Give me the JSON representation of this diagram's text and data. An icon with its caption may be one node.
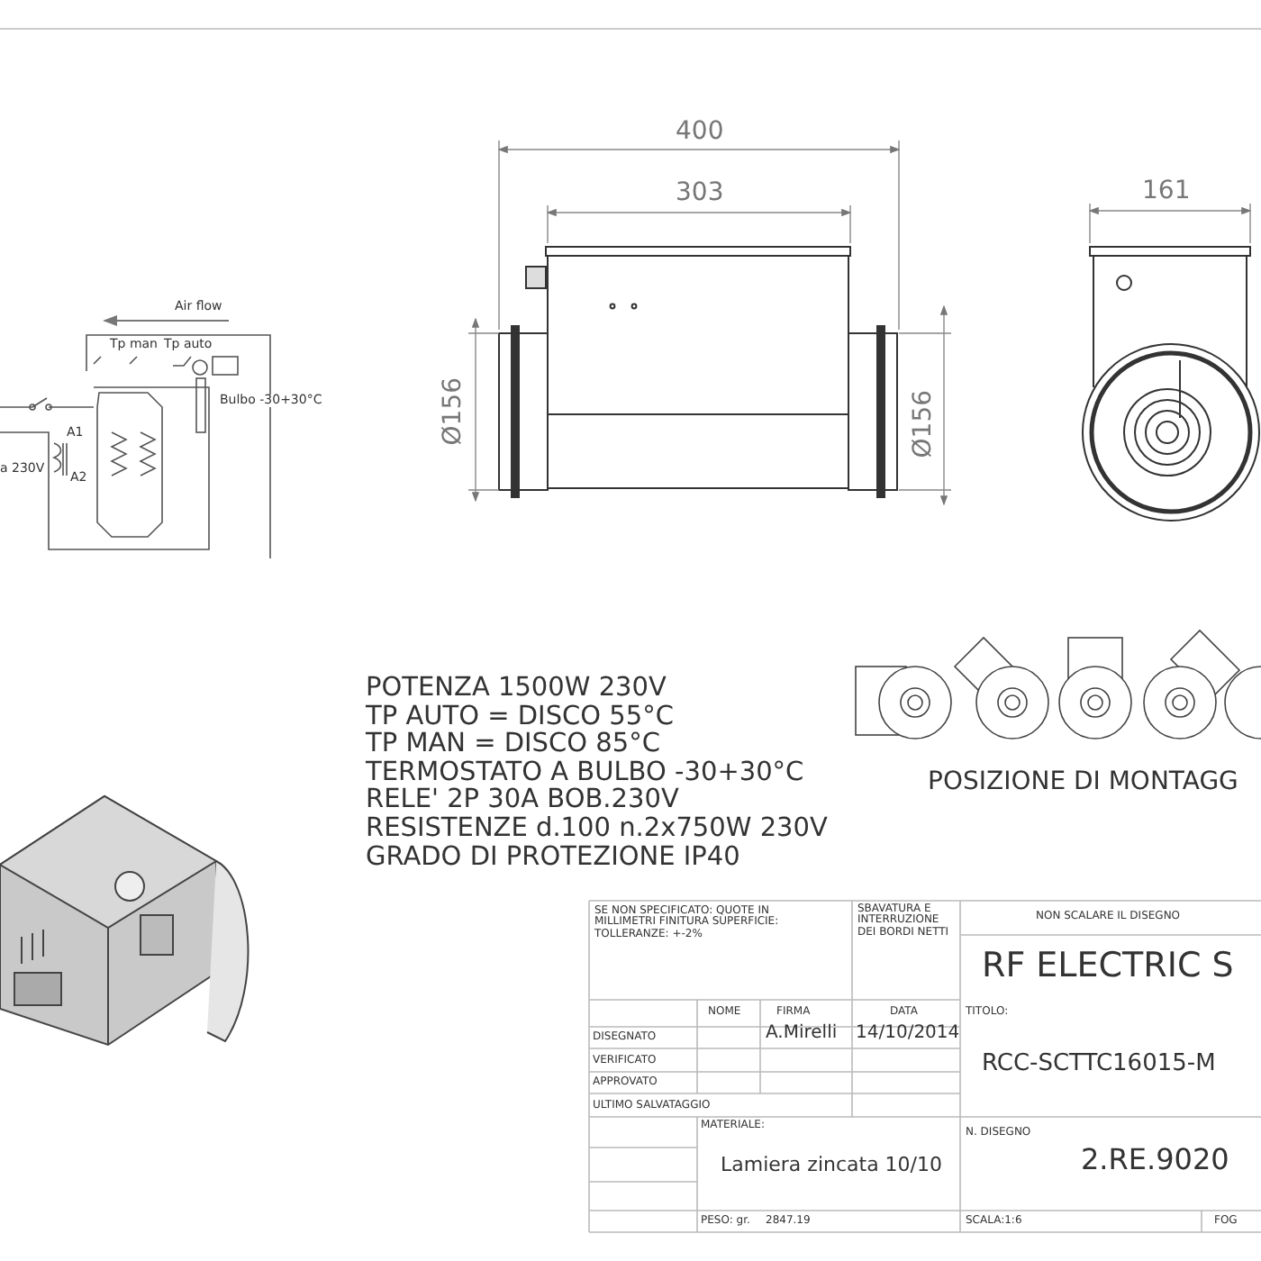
{
  "diagram": {
    "labels": [
      "Air flow",
      "Tp man",
      "Tp auto",
      "Bulbo -30+30°C",
      "A1",
      "a 230V",
      "A2",
      "400",
      "303",
      "161",
      "Ø156",
      "Ø156",
      "POTENZA 1500W 230V",
      "TP AUTO = DISCO 55°C",
      "TP MAN = DISCO 85°C",
      "TERMOSTATO A BULBO -30+30°C",
      "RELE' 2P 30A BOB.230V",
      "RESISTENZE d.100 n.2x750W 230V",
      "GRADO DI PROTEZIONE IP40",
      "POSIZIONE DI MONTAGG",
      "SE NON SPECIFICATO: QUOTE IN MILLIMETRI FINITURA SUPERFICIE: TOLLERANZE: +-2%",
      "SBAVATURA E INTERRUZIONE DEI BORDI NETTI",
      "NON SCALARE IL DISEGNO",
      "RF ELECTRIC S",
      "NOME",
      "FIRMA",
      "DATA",
      "TITOLO:",
      "DISEGNATO",
      "A.Mirelli",
      "14/10/2014",
      "RCC-SCTTC16015-M",
      "VERIFICATO",
      "APPROVATO",
      "ULTIMO SALVATAGGIO",
      "MATERIALE:",
      "N. DISEGNO",
      "Lamiera zincata 10/10",
      "2.RE.9020",
      "PESO: gr.",
      "2847.19",
      "SCALA:1:6",
      "FOG"
    ]
  }
}
